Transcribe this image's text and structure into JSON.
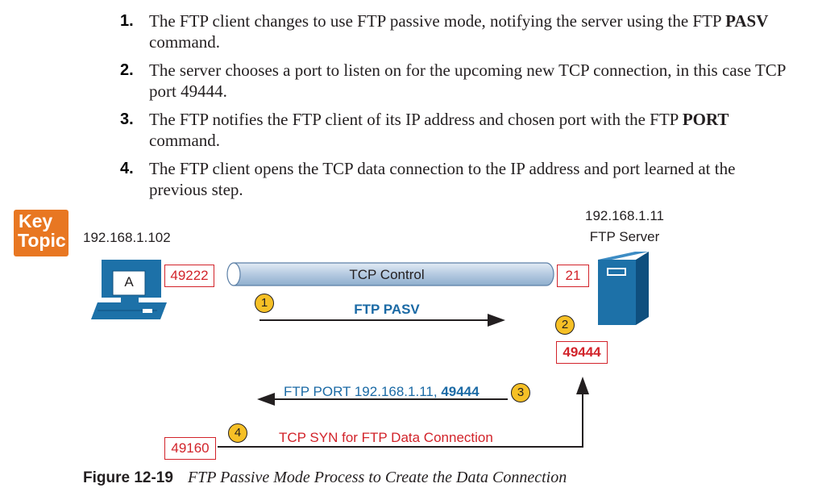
{
  "steps": [
    {
      "number": "1.",
      "before": "The FTP client changes to use FTP passive mode, notifying the server using the FTP ",
      "bold": "PASV",
      "after": " command."
    },
    {
      "number": "2.",
      "before": "The server chooses a port to listen on for the upcoming new TCP connection, in this case TCP port 49444.",
      "bold": "",
      "after": ""
    },
    {
      "number": "3.",
      "before": "The FTP notifies the FTP client of its IP address and chosen port with the FTP ",
      "bold": "PORT",
      "after": " command."
    },
    {
      "number": "4.",
      "before": "The FTP client opens the TCP data connection to the IP address and port learned at the previous step.",
      "bold": "",
      "after": ""
    }
  ],
  "key_topic": {
    "line1": "Key",
    "line2": "Topic",
    "color": "#e87722"
  },
  "diagram": {
    "client": {
      "ip": "192.168.1.102",
      "label": "A",
      "port": "49222",
      "data_port": "49160"
    },
    "server": {
      "ip": "192.168.1.11",
      "name": "FTP Server",
      "port": "21",
      "data_port": "49444"
    },
    "control_tunnel_label": "TCP Control",
    "messages": {
      "m1": {
        "badge": "1",
        "label": "FTP PASV"
      },
      "m2": {
        "badge": "2"
      },
      "m3": {
        "badge": "3",
        "label_prefix": "FTP PORT 192.168.1.11, ",
        "label_bold": "49444"
      },
      "m4": {
        "badge": "4",
        "label": "TCP SYN for FTP Data Connection"
      }
    },
    "colors": {
      "blue": "#1b6aa5",
      "red": "#d2232a",
      "badge": "#f6c026",
      "device": "#1d71a8"
    }
  },
  "caption": {
    "number": "Figure 12-19",
    "text": "FTP Passive Mode Process to Create the Data Connection"
  }
}
